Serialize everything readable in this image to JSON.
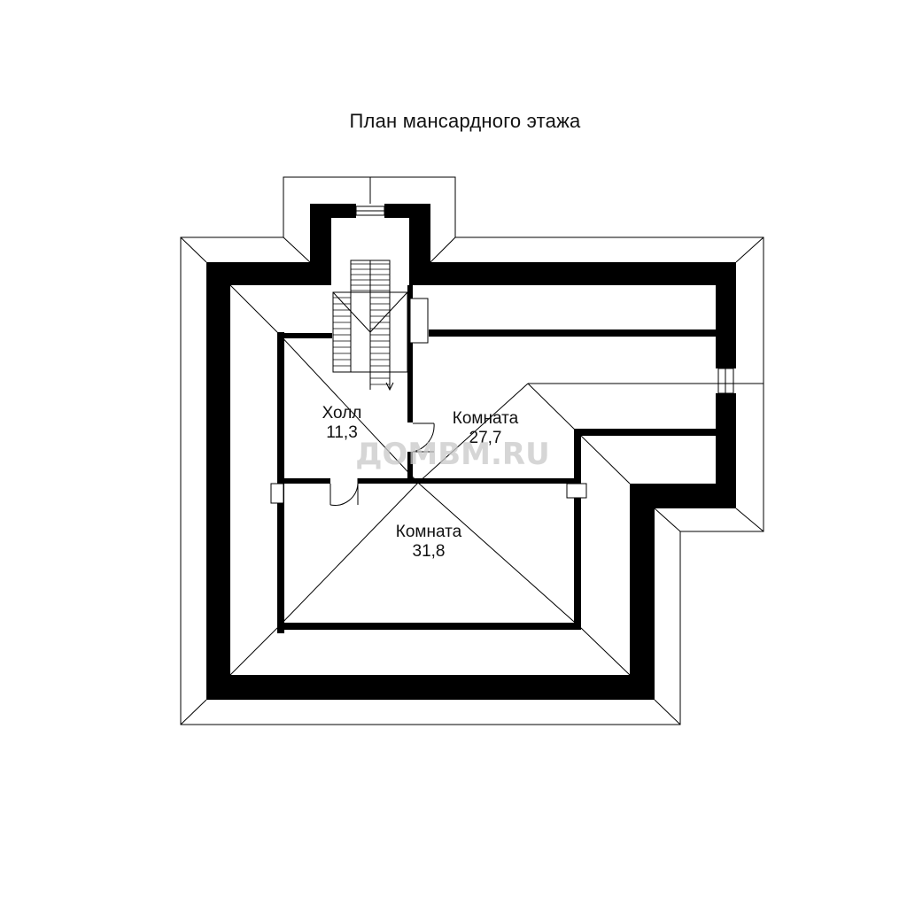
{
  "title": "План мансардного этажа",
  "rooms": [
    {
      "name": "Холл",
      "area": "11,3"
    },
    {
      "name": "Комната",
      "area": "27,7"
    },
    {
      "name": "Комната",
      "area": "31,8"
    }
  ],
  "watermark": "ДОМВМ.RU",
  "colors": {
    "wall": "#000000",
    "line": "#000000",
    "background": "#ffffff",
    "watermark": "#c8c8c8"
  }
}
